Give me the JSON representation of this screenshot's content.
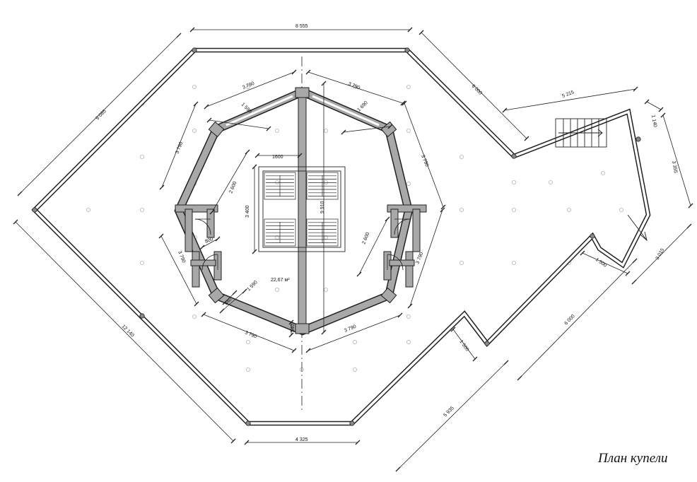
{
  "title": "План купели",
  "area_label": "22,67 м²",
  "dimensions": [
    {
      "id": "top-overall",
      "text": "8 555"
    },
    {
      "id": "upper-left-diagonal",
      "text": "9 085"
    },
    {
      "id": "upper-right-diagonal",
      "text": "6 000"
    },
    {
      "id": "right-horizontal",
      "text": "5 215"
    },
    {
      "id": "right-short",
      "text": "1 140"
    },
    {
      "id": "right-vertical",
      "text": "3 355"
    },
    {
      "id": "right-lower",
      "text": "3 015"
    },
    {
      "id": "step-right",
      "text": "1 500"
    },
    {
      "id": "lower-right-diagonal",
      "text": "6 000"
    },
    {
      "id": "step-bottom",
      "text": "1 500"
    },
    {
      "id": "bottom-right-diagonal",
      "text": "5 935"
    },
    {
      "id": "bottom-overall",
      "text": "4 325"
    },
    {
      "id": "lower-left-diagonal",
      "text": "12 140"
    },
    {
      "id": "oct-top-left",
      "text": "3 790"
    },
    {
      "id": "oct-top-right",
      "text": "3 790"
    },
    {
      "id": "oct-upper-left",
      "text": "3 790"
    },
    {
      "id": "oct-upper-right",
      "text": "3 790"
    },
    {
      "id": "oct-lower-left",
      "text": "3 790"
    },
    {
      "id": "oct-lower-right",
      "text": "3 790"
    },
    {
      "id": "oct-bottom-left",
      "text": "3 790"
    },
    {
      "id": "oct-bottom-right",
      "text": "3 790"
    },
    {
      "id": "inner-top-left",
      "text": "1 590"
    },
    {
      "id": "inner-top-right",
      "text": "1 690"
    },
    {
      "id": "inner-bottom-left",
      "text": "1 590"
    },
    {
      "id": "left-wing-left",
      "text": "2 600"
    },
    {
      "id": "left-wing-right",
      "text": "2 600"
    },
    {
      "id": "pool-width",
      "text": "1600"
    },
    {
      "id": "pool-height",
      "text": "3 400"
    },
    {
      "id": "overall-vertical",
      "text": "9 910"
    },
    {
      "id": "door-width",
      "text": "800"
    },
    {
      "id": "small-left",
      "text": "540"
    },
    {
      "id": "small-bottom",
      "text": "540"
    }
  ]
}
